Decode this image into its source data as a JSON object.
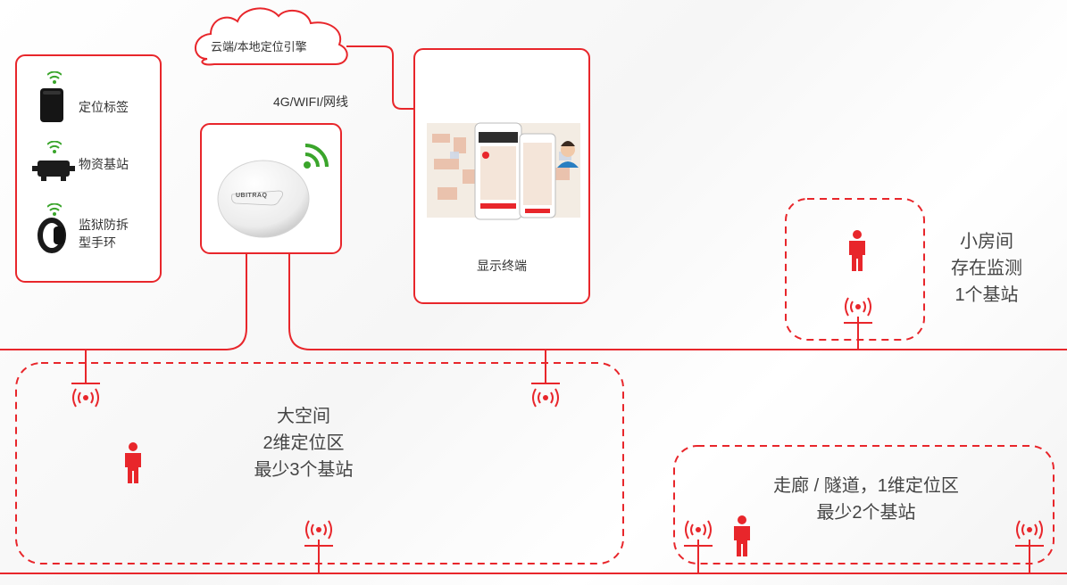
{
  "cloud": {
    "label": "云端/本地定位引擎"
  },
  "uplink": {
    "label": "4G/WIFI/网线"
  },
  "display": {
    "label": "显示终端"
  },
  "legend": {
    "items": [
      {
        "label": "定位标签",
        "icon": "tag-device-icon"
      },
      {
        "label": "物资基站",
        "icon": "asset-station-icon"
      },
      {
        "label_line1": "监狱防拆",
        "label_line2": "型手环",
        "icon": "wristband-icon"
      }
    ]
  },
  "zones": {
    "small_room": {
      "line1": "小房间",
      "line2": "存在监测",
      "line3": "1个基站"
    },
    "large_space": {
      "line1": "大空间",
      "line2": "2维定位区",
      "line3": "最少3个基站"
    },
    "corridor": {
      "line1": "走廊 / 隧道，1维定位区",
      "line2": "最少2个基站"
    }
  },
  "device_brand": "UBITRAQ",
  "colors": {
    "accent": "#e8262b",
    "wifi": "#3aa52b",
    "text": "#333333"
  }
}
